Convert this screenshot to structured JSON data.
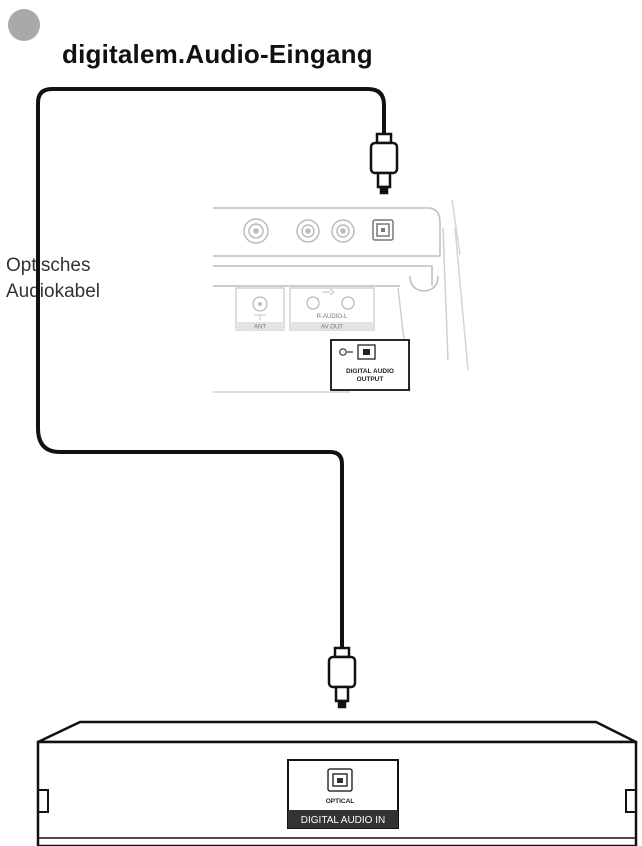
{
  "header": {
    "title": "digitalem.Audio-Eingang"
  },
  "cable": {
    "label_line1": "Optisches",
    "label_line2": "Audiokabel"
  },
  "tv_panel": {
    "port_labels": {
      "ant": "ANT",
      "audio": "R-AUDIO-L",
      "av_out": "AV OUT"
    },
    "optical_label_line1": "DIGITAL AUDIO",
    "optical_label_line2": "OUTPUT"
  },
  "receiver": {
    "optical_port_label": "OPTICAL",
    "input_label": "DIGITAL AUDIO IN"
  },
  "colors": {
    "bullet": "#a9a9a9",
    "cable": "#111111",
    "panel_line": "#bdbdbd",
    "label_bar": "#333333"
  }
}
